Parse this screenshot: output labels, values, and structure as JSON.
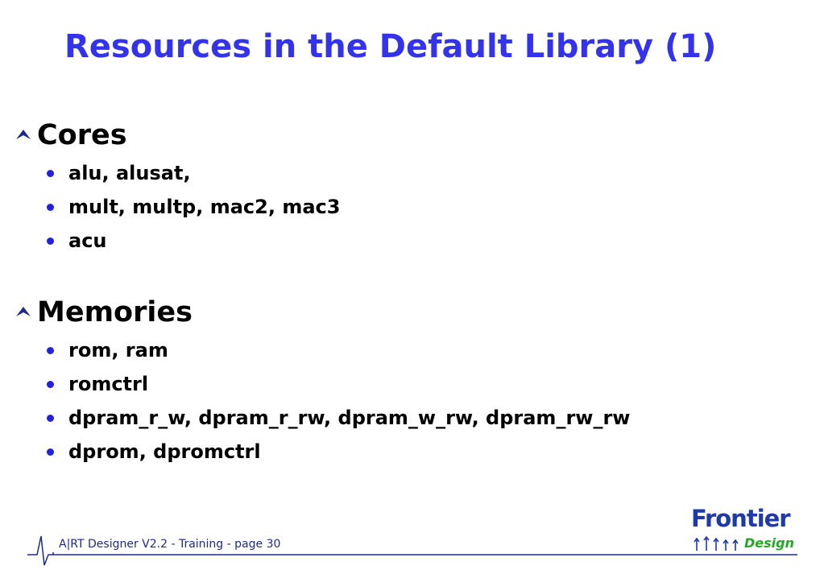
{
  "slide": {
    "title": "Resources in the Default Library (1)",
    "sections": [
      {
        "heading": "Cores",
        "icon": "caret-up-icon",
        "items": [
          "alu, alusat,",
          "mult, multp, mac2, mac3",
          "acu"
        ]
      },
      {
        "heading": "Memories",
        "icon": "caret-up-icon",
        "items": [
          "rom, ram",
          "romctrl",
          "dpram_r_w, dpram_r_rw, dpram_w_rw, dpram_rw_rw",
          "dprom, dpromctrl"
        ]
      }
    ]
  },
  "footer": {
    "text": "A|RT Designer V2.2  - Training - page 30",
    "icon": "pulse-line-icon"
  },
  "logo": {
    "name": "Frontier",
    "subtitle": "Design",
    "icon": "up-arrows-icon"
  },
  "colors": {
    "title": "#3333ee",
    "bullet": "#2222dd",
    "section_icon": "#1f2a8a",
    "footer_line": "#1f2a8a",
    "footer_text": "#1f2a8a",
    "logo_blue": "#1f3aa8",
    "logo_green": "#22aa22"
  }
}
